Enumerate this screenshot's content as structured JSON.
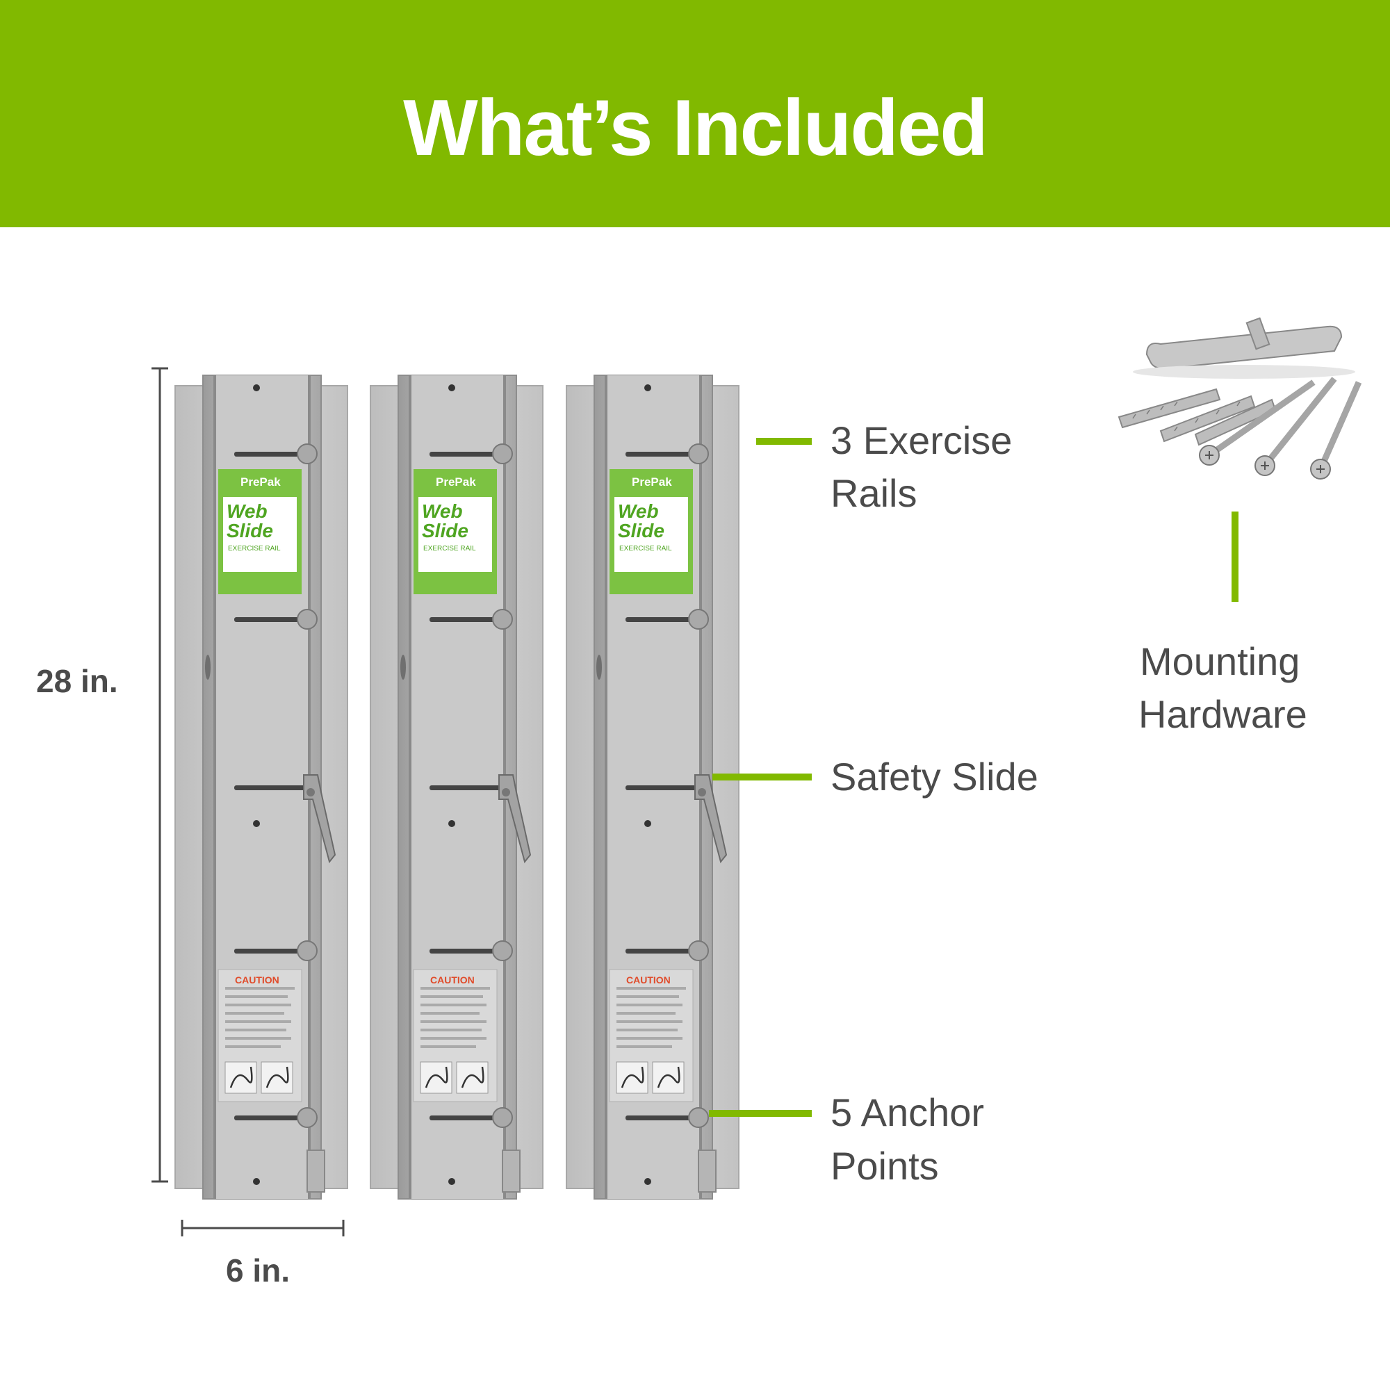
{
  "header": {
    "title": "What’s Included"
  },
  "dimensions": {
    "height_label": "28 in.",
    "width_label": "6 in."
  },
  "callouts": {
    "rails_line1": "3 Exercise",
    "rails_line2": "Rails",
    "safety_slide": "Safety Slide",
    "anchor_line1": "5 Anchor",
    "anchor_line2": "Points",
    "hardware_line1": "Mounting",
    "hardware_line2": "Hardware"
  },
  "product_label": {
    "brand": "PrePak",
    "product_line1": "Web",
    "product_line2": "Slide",
    "subtitle": "EXERCISE RAIL",
    "caution": "CAUTION"
  },
  "colors": {
    "brand_green": "#81b900",
    "text_gray": "#4b4b4b",
    "rail_metal": "#c4c4c4"
  }
}
